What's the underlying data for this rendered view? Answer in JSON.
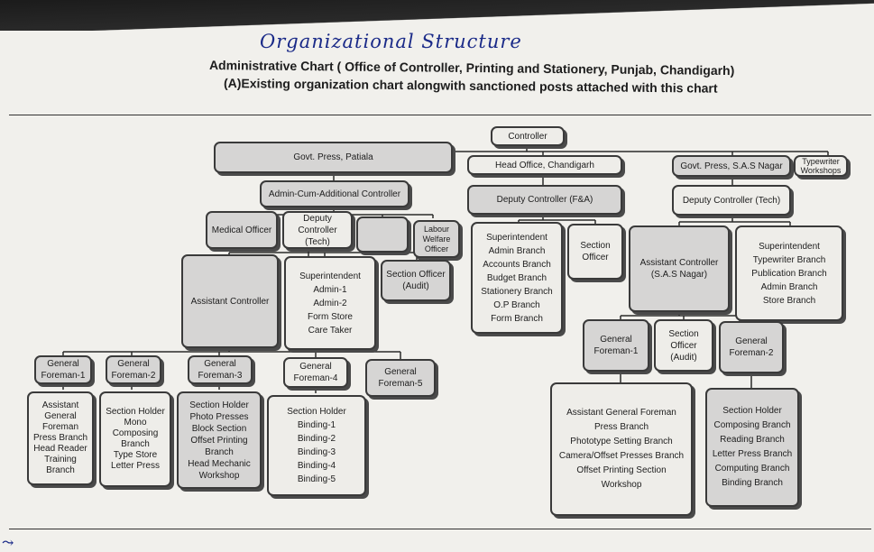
{
  "handwritten_title": "Organizational Structure",
  "title_line1": "Administrative Chart ( Office of Controller, Printing and Stationery, Punjab, Chandigarh)",
  "title_line2": "(A)Existing organization chart alongwith sanctioned posts attached with this chart",
  "nodes": {
    "controller": "Controller",
    "govt_press_patiala": "Govt. Press, Patiala",
    "head_office": "Head Office, Chandigarh",
    "govt_press_sas": "Govt. Press, S.A.S Nagar",
    "typewriter_workshops": "Typewriter Workshops",
    "admin_cum_additional": "Admin-Cum-Additional Controller",
    "deputy_controller_fa": "Deputy Controller (F&A)",
    "deputy_controller_tech_sas": "Deputy Controller (Tech)",
    "medical_officer": "Medical Officer",
    "deputy_controller_tech": "Deputy Controller (Tech)",
    "blank_box": "",
    "labour_welfare": "Labour Welfare Officer",
    "assistant_controller": "Assistant Controller",
    "superintendent_patiala": [
      "Superintendent",
      "Admin-1",
      "Admin-2",
      "Form Store",
      "Care Taker"
    ],
    "section_officer_audit": "Section Officer (Audit)",
    "superintendent_ho": [
      "Superintendent",
      "Admin Branch",
      "Accounts Branch",
      "Budget Branch",
      "Stationery Branch",
      "O.P Branch",
      "Form Branch"
    ],
    "section_officer_ho": "Section Officer",
    "assistant_controller_sas": "Assistant Controller (S.A.S Nagar)",
    "superintendent_sas": [
      "Superintendent",
      "Typewriter Branch",
      "Publication Branch",
      "Admin Branch",
      "Store Branch"
    ],
    "gf1": "General Foreman-1",
    "gf2": "General Foreman-2",
    "gf3": "General Foreman-3",
    "gf4": "General Foreman-4",
    "gf5": "General Foreman-5",
    "gf1_list": [
      "Assistant General Foreman",
      "Press Branch",
      "Head Reader",
      "Training Branch"
    ],
    "gf2_list": [
      "Section Holder",
      "Mono",
      "Composing Branch",
      "Type Store",
      "Letter Press"
    ],
    "gf3_list": [
      "Section Holder",
      "Photo Presses",
      "Block Section",
      "Offset Printing Branch",
      "Head Mechanic Workshop"
    ],
    "gf4_list": [
      "Section Holder",
      "Binding-1",
      "Binding-2",
      "Binding-3",
      "Binding-4",
      "Binding-5"
    ],
    "sas_gf1": "General Foreman-1",
    "sas_so_audit": "Section Officer (Audit)",
    "sas_gf2": "General Foreman-2",
    "sas_gf1_list": [
      "Assistant General Foreman",
      "Press Branch",
      "Phototype Setting Branch",
      "Camera/Offset Presses Branch",
      "Offset Printing Section",
      "Workshop"
    ],
    "sas_gf2_list": [
      "Section Holder",
      "Composing Branch",
      "Reading Branch",
      "Letter Press Branch",
      "Computing Branch",
      "Binding Branch"
    ]
  },
  "colors": {
    "ink": "#1d1d1d",
    "box_shade": "#d6d5d4",
    "handwriting": "#1a2a88"
  }
}
